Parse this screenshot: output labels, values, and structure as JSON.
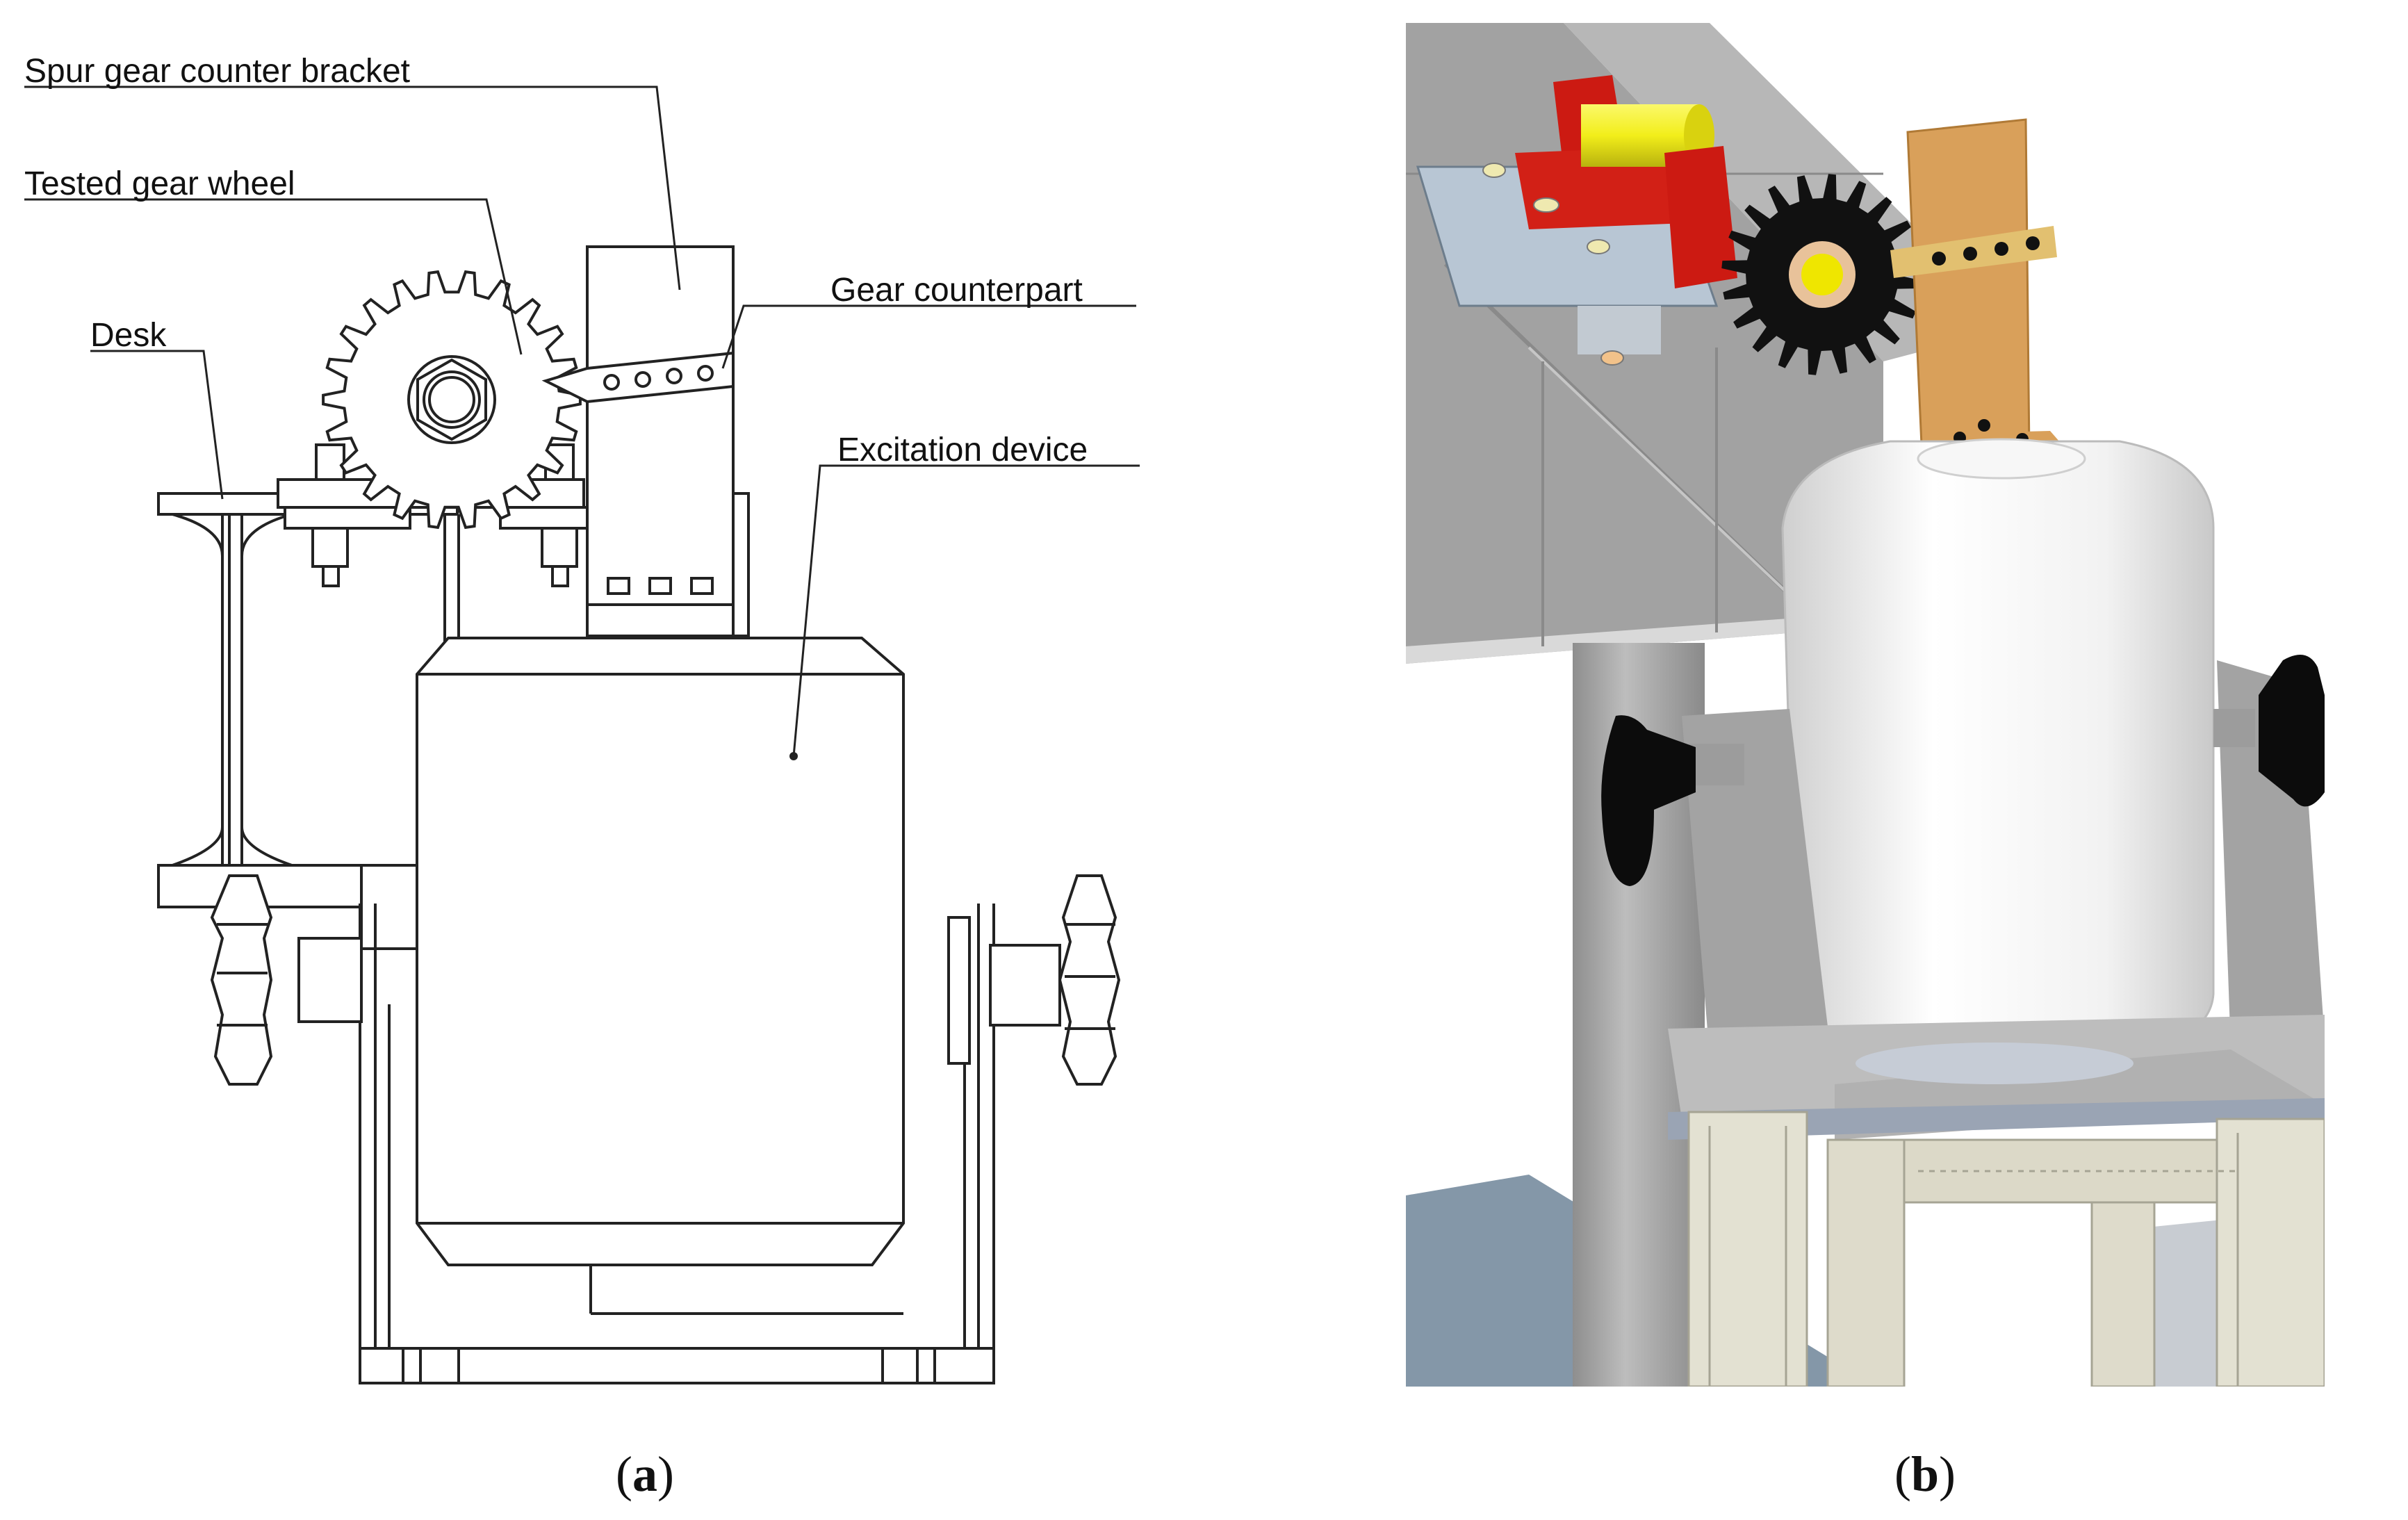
{
  "panel_a": {
    "labels": {
      "spur_gear_counter_bracket": "Spur gear counter bracket",
      "tested_gear_wheel": "Tested gear wheel",
      "desk": "Desk",
      "gear_counterpart": "Gear counterpart",
      "excitation_device": "Excitation device"
    },
    "caption": {
      "open": "(",
      "letter": "a",
      "close": ")"
    }
  },
  "panel_b": {
    "caption": {
      "open": "(",
      "letter": "b",
      "close": ")"
    }
  },
  "colors": {
    "background": "#ffffff",
    "line_art": "#222222",
    "render_bg_gray": "#9a9a9a",
    "bracket_red": "#cc1a12",
    "shaft_yellow": "#f2ee1a",
    "gear_black": "#111111",
    "counterpart_orange": "#d9a05a",
    "shaker_white": "#efefef",
    "frame_gray": "#a7a7a7",
    "profile_cream": "#e3e1d2",
    "floor_blue": "#8497a8"
  },
  "icons": [
    "tested-gear-icon",
    "nut-icon",
    "knob-icon",
    "shaker-body-icon"
  ]
}
